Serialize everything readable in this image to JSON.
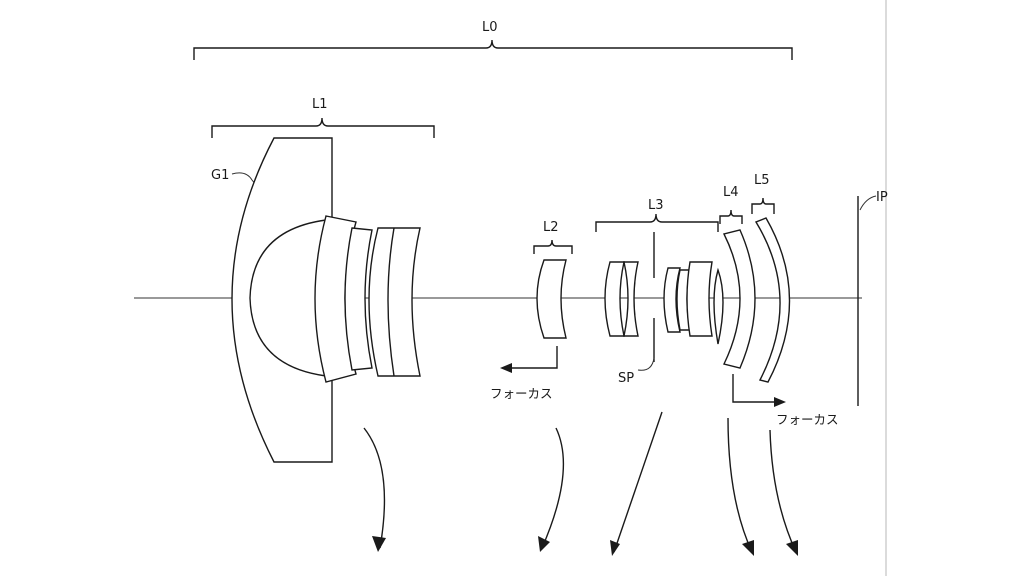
{
  "labels": {
    "l0": "L0",
    "l1": "L1",
    "g1": "G1",
    "l2": "L2",
    "l3": "L3",
    "sp": "SP",
    "l4": "L4",
    "l5": "L5",
    "ip": "IP"
  },
  "focus_labels": {
    "left": "フォーカス",
    "right": "フォーカス"
  },
  "colors": {
    "line": "#1a1a1a",
    "background": "#ffffff"
  }
}
